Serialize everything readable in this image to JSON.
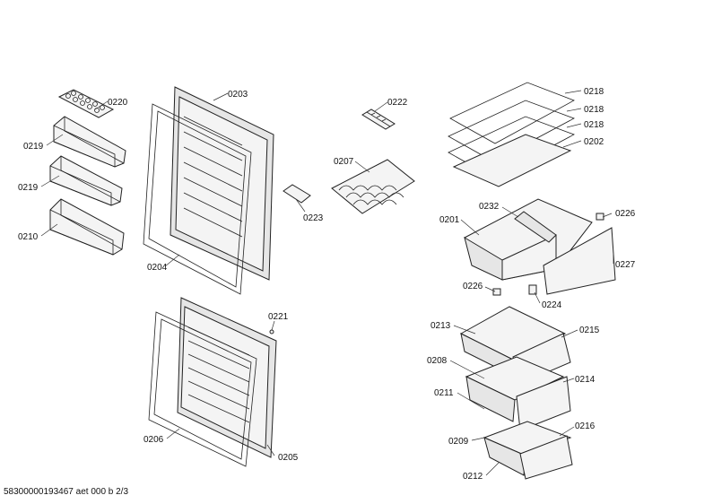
{
  "labels": {
    "l0220": "0220",
    "l0219a": "0219",
    "l0219b": "0219",
    "l0210": "0210",
    "l0203": "0203",
    "l0204": "0204",
    "l0223": "0223",
    "l0222": "0222",
    "l0207": "0207",
    "l0218a": "0218",
    "l0218b": "0218",
    "l0218c": "0218",
    "l0202": "0202",
    "l0232": "0232",
    "l0226a": "0226",
    "l0201": "0201",
    "l0227": "0227",
    "l0226b": "0226",
    "l0224": "0224",
    "l0221": "0221",
    "l0206": "0206",
    "l0205": "0205",
    "l0213": "0213",
    "l0215": "0215",
    "l0208": "0208",
    "l0214": "0214",
    "l0211": "0211",
    "l0216": "0216",
    "l0209": "0209",
    "l0212": "0212"
  },
  "footer": "58300000193467 aet 000 b 2/3"
}
